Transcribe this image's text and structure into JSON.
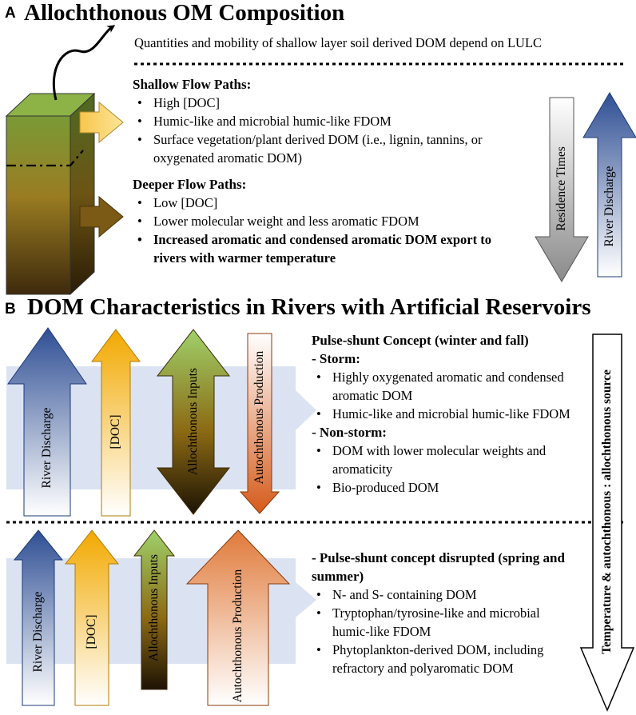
{
  "panel_a": {
    "letter": "A",
    "title": "Allochthonous OM Composition",
    "intro": "Quantities and mobility of shallow layer soil derived DOM depend on LULC",
    "shallow": {
      "heading": "Shallow Flow Paths:",
      "items": [
        "High [DOC]",
        "Humic-like and microbial humic-like FDOM",
        "Surface vegetation/plant derived DOM (i.e., lignin, tannins, or oxygenated aromatic DOM)"
      ]
    },
    "deeper": {
      "heading": "Deeper Flow Paths:",
      "items": [
        "Low [DOC]",
        "Lower molecular weight and less aromatic FDOM"
      ],
      "bold_item": "Increased aromatic and condensed aromatic DOM export to rivers with warmer temperature"
    },
    "arrows": {
      "residence_times": "Residence Times",
      "river_discharge": "River Discharge"
    }
  },
  "panel_b": {
    "letter": "B",
    "title": "DOM Characteristics in Rivers with Artificial Reservoirs",
    "side_arrow_label": "Temperature & autochthonous : allochthonous source",
    "top": {
      "arrows": {
        "river_discharge": "River Discharge",
        "doc": "[DOC]",
        "allochthonous": "Allochthonous Inputs",
        "autochthonous": "Autochthonous Production"
      },
      "heading": "Pulse-shunt Concept (winter and fall)",
      "storm_heading": "- Storm:",
      "storm_items": [
        "Highly oxygenated aromatic and condensed aromatic DOM",
        "Humic-like and microbial humic-like FDOM"
      ],
      "nonstorm_heading": "- Non-storm:",
      "nonstorm_items": [
        "DOM with lower molecular weights and aromaticity",
        "Bio-produced DOM"
      ]
    },
    "bottom": {
      "arrows": {
        "river_discharge": "River Discharge",
        "doc": "[DOC]",
        "allochthonous": "Allochthonous Inputs",
        "autochthonous": "Autochthonous Production"
      },
      "heading": "- Pulse-shunt concept disrupted (spring and summer)",
      "items": [
        "N- and S- containing DOM",
        "Tryptophan/tyrosine-like and microbial humic-like FDOM",
        "Phytoplankton-derived DOM, including refractory and polyaromatic DOM"
      ]
    }
  }
}
